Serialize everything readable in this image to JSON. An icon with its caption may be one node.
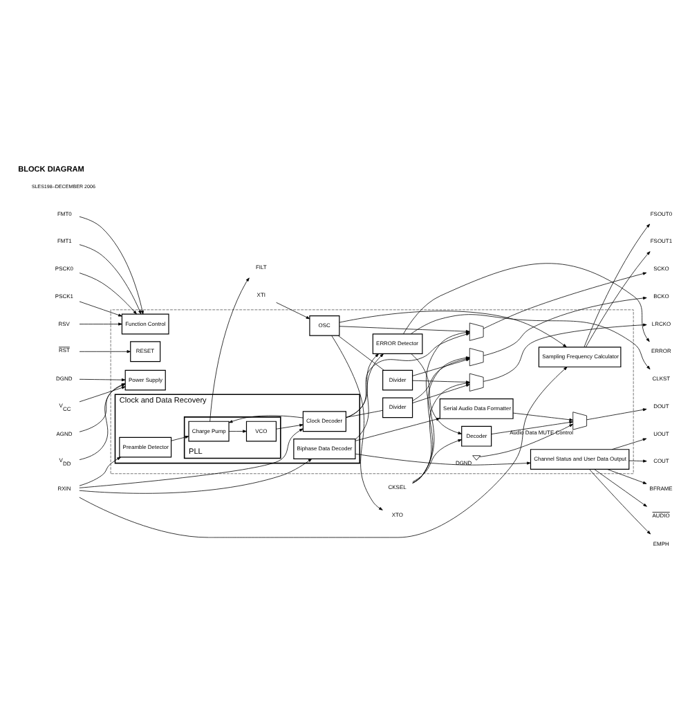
{
  "diagram": {
    "title": "BLOCK DIAGRAM",
    "nodes": [
      {
        "text": [],
        "shape": "box"
      },
      {
        "text": [
          "FILT"
        ]
      },
      {
        "text": [
          "XTI"
        ]
      },
      {
        "text": [
          "XTO"
        ]
      },
      {
        "text": [
          "OSC"
        ],
        "in": 0
      },
      {
        "text": [
          "Sampling Frequency Calculator"
        ],
        "in": 0
      },
      {
        "text": [
          "Clock and Data Recovery"
        ],
        "in": 0
      },
      {
        "text": [
          "RXIN"
        ]
      },
      {
        "text": [
          "Preamble Detector"
        ],
        "in": 6
      },
      {
        "text": [
          "PLL"
        ],
        "in": 6
      },
      {
        "text": [
          "Charge Pump"
        ],
        "in": 9
      },
      {
        "text": [
          "VCO"
        ],
        "in": 9
      },
      {
        "text": [
          "Clock Decoder"
        ],
        "in": 6
      },
      {
        "text": [
          "Biphase Data Decoder"
        ],
        "in": 6
      },
      {
        "text": [
          "FSOUT0"
        ]
      },
      {
        "text": [
          "FSOUT1"
        ]
      },
      {
        "text": [],
        "shape": "trapezoid",
        "in": 0
      },
      {
        "text": [
          "SCKO"
        ]
      },
      {
        "text": [
          "Divider"
        ],
        "in": 0
      },
      {
        "text": [],
        "shape": "trapezoid",
        "in": 0
      },
      {
        "text": [
          "BCKO"
        ]
      },
      {
        "text": [
          "Divider"
        ],
        "in": 0
      },
      {
        "text": [],
        "shape": "trapezoid",
        "in": 0
      },
      {
        "text": [
          "LRCKO"
        ]
      },
      {
        "text": [
          "ERROR Detector"
        ],
        "in": 0
      },
      {
        "text": [
          "ERROR"
        ]
      },
      {
        "text": [
          "CLKST"
        ]
      },
      {
        "text": [
          "Decoder"
        ],
        "in": 0
      },
      {
        "text": [
          "CKSEL"
        ]
      },
      {
        "text": [
          "Serial Audio Data Formatter"
        ],
        "in": 0
      },
      {
        "text": [],
        "shape": "trapezoid",
        "beside": [
          "Audio Data MUTE Control"
        ],
        "in": 0
      },
      {
        "text": [
          "DOUT"
        ]
      },
      {
        "text": [],
        "shape": "triangle",
        "beside": [
          "DGND"
        ],
        "in": 0
      },
      {
        "text": [
          "Channel Status and User Data Output"
        ],
        "in": 0
      },
      {
        "text": [
          "UOUT"
        ]
      },
      {
        "text": [
          "COUT"
        ]
      },
      {
        "text": [
          "BFRAME"
        ]
      },
      {
        "text": [
          "AUDIO"
        ]
      },
      {
        "text": [
          "EMPH"
        ]
      },
      {
        "text": [
          "FMT0"
        ]
      },
      {
        "text": [
          "FMT1"
        ]
      },
      {
        "text": [
          "PSCK0"
        ]
      },
      {
        "text": [
          "PSCK1"
        ]
      },
      {
        "text": [
          "RSV"
        ]
      },
      {
        "text": [
          "Function Control"
        ],
        "in": 0
      },
      {
        "text": [
          "RST"
        ]
      },
      {
        "text": [
          "RESET"
        ],
        "in": 0
      },
      {
        "text": [
          "Power Supply"
        ],
        "in": 0
      },
      {
        "text": [
          "V$_{DD}$"
        ]
      },
      {
        "text": [
          "DGND"
        ]
      },
      {
        "text": [
          "V$_{CC}$"
        ]
      },
      {
        "text": [
          "AGND"
        ]
      }
    ],
    "edges": [
      {
        "from": 10,
        "to": 1,
        "arrow": "to"
      },
      {
        "from": 2,
        "to": 4,
        "arrow": "to"
      },
      {
        "from": 4,
        "to": 3,
        "arrow": "to"
      },
      {
        "from": 7,
        "to": 5,
        "arrow": "to"
      },
      {
        "from": 7,
        "to": 8,
        "arrow": "to"
      },
      {
        "from": 7,
        "to": 12,
        "arrow": "to"
      },
      {
        "from": 7,
        "to": 13,
        "arrow": "to"
      },
      {
        "from": 8,
        "to": 10,
        "arrow": "to"
      },
      {
        "from": 10,
        "to": 11,
        "arrow": "to"
      },
      {
        "from": 11,
        "to": 12,
        "arrow": "to"
      },
      {
        "from": 12,
        "to": 10,
        "arrow": "to"
      },
      {
        "from": 4,
        "to": 5,
        "arrow": "to"
      },
      {
        "from": 5,
        "to": 14,
        "arrow": "to"
      },
      {
        "from": 5,
        "to": 15,
        "arrow": "to"
      },
      {
        "from": 4,
        "to": 16,
        "arrow": "to"
      },
      {
        "from": 4,
        "to": 18,
        "arrow": "none"
      },
      {
        "from": 12,
        "to": 16,
        "arrow": "to"
      },
      {
        "from": 12,
        "to": 21,
        "arrow": "none"
      },
      {
        "from": 12,
        "to": 24,
        "arrow": "to"
      },
      {
        "from": 16,
        "to": 17,
        "arrow": "to"
      },
      {
        "from": 18,
        "to": 19,
        "arrow": "to"
      },
      {
        "from": 18,
        "to": 22,
        "arrow": "to"
      },
      {
        "from": 21,
        "to": 19,
        "arrow": "to"
      },
      {
        "from": 21,
        "to": 22,
        "arrow": "to"
      },
      {
        "from": 19,
        "to": 20,
        "arrow": "to"
      },
      {
        "from": 22,
        "to": 23,
        "arrow": "to"
      },
      {
        "from": 28,
        "to": 16,
        "arrow": "to"
      },
      {
        "from": 28,
        "to": 19,
        "arrow": "to"
      },
      {
        "from": 28,
        "to": 22,
        "arrow": "to"
      },
      {
        "from": 28,
        "to": 27,
        "arrow": "to"
      },
      {
        "from": 13,
        "to": 24,
        "arrow": "to"
      },
      {
        "from": 13,
        "to": 29,
        "arrow": "to"
      },
      {
        "from": 13,
        "to": 33,
        "arrow": "to"
      },
      {
        "from": 24,
        "to": 25,
        "arrow": "to"
      },
      {
        "from": 24,
        "to": 26,
        "arrow": "to"
      },
      {
        "from": 24,
        "to": 27,
        "arrow": "to"
      },
      {
        "from": 27,
        "to": 30,
        "arrow": "to"
      },
      {
        "from": 29,
        "to": 30,
        "arrow": "to"
      },
      {
        "from": 32,
        "to": 30,
        "arrow": "to"
      },
      {
        "from": 30,
        "to": 31,
        "arrow": "to"
      },
      {
        "from": 33,
        "to": 34,
        "arrow": "to"
      },
      {
        "from": 33,
        "to": 35,
        "arrow": "to"
      },
      {
        "from": 33,
        "to": 36,
        "arrow": "to"
      },
      {
        "from": 33,
        "to": 37,
        "arrow": "to"
      },
      {
        "from": 33,
        "to": 38,
        "arrow": "to"
      },
      {
        "from": 39,
        "to": 44,
        "arrow": "to"
      },
      {
        "from": 40,
        "to": 44,
        "arrow": "to"
      },
      {
        "from": 41,
        "to": 44,
        "arrow": "to"
      },
      {
        "from": 42,
        "to": 44,
        "arrow": "to"
      },
      {
        "from": 43,
        "to": 44,
        "arrow": "to"
      },
      {
        "from": 45,
        "to": 46,
        "arrow": "to"
      },
      {
        "from": 48,
        "to": 47,
        "arrow": "to"
      },
      {
        "from": 49,
        "to": 47,
        "arrow": "to"
      },
      {
        "from": 50,
        "to": 47,
        "arrow": "to"
      },
      {
        "from": 51,
        "to": 47,
        "arrow": "to"
      }
    ],
    "labels": [
      "SLES198–DECEMBER 2006"
    ]
  }
}
